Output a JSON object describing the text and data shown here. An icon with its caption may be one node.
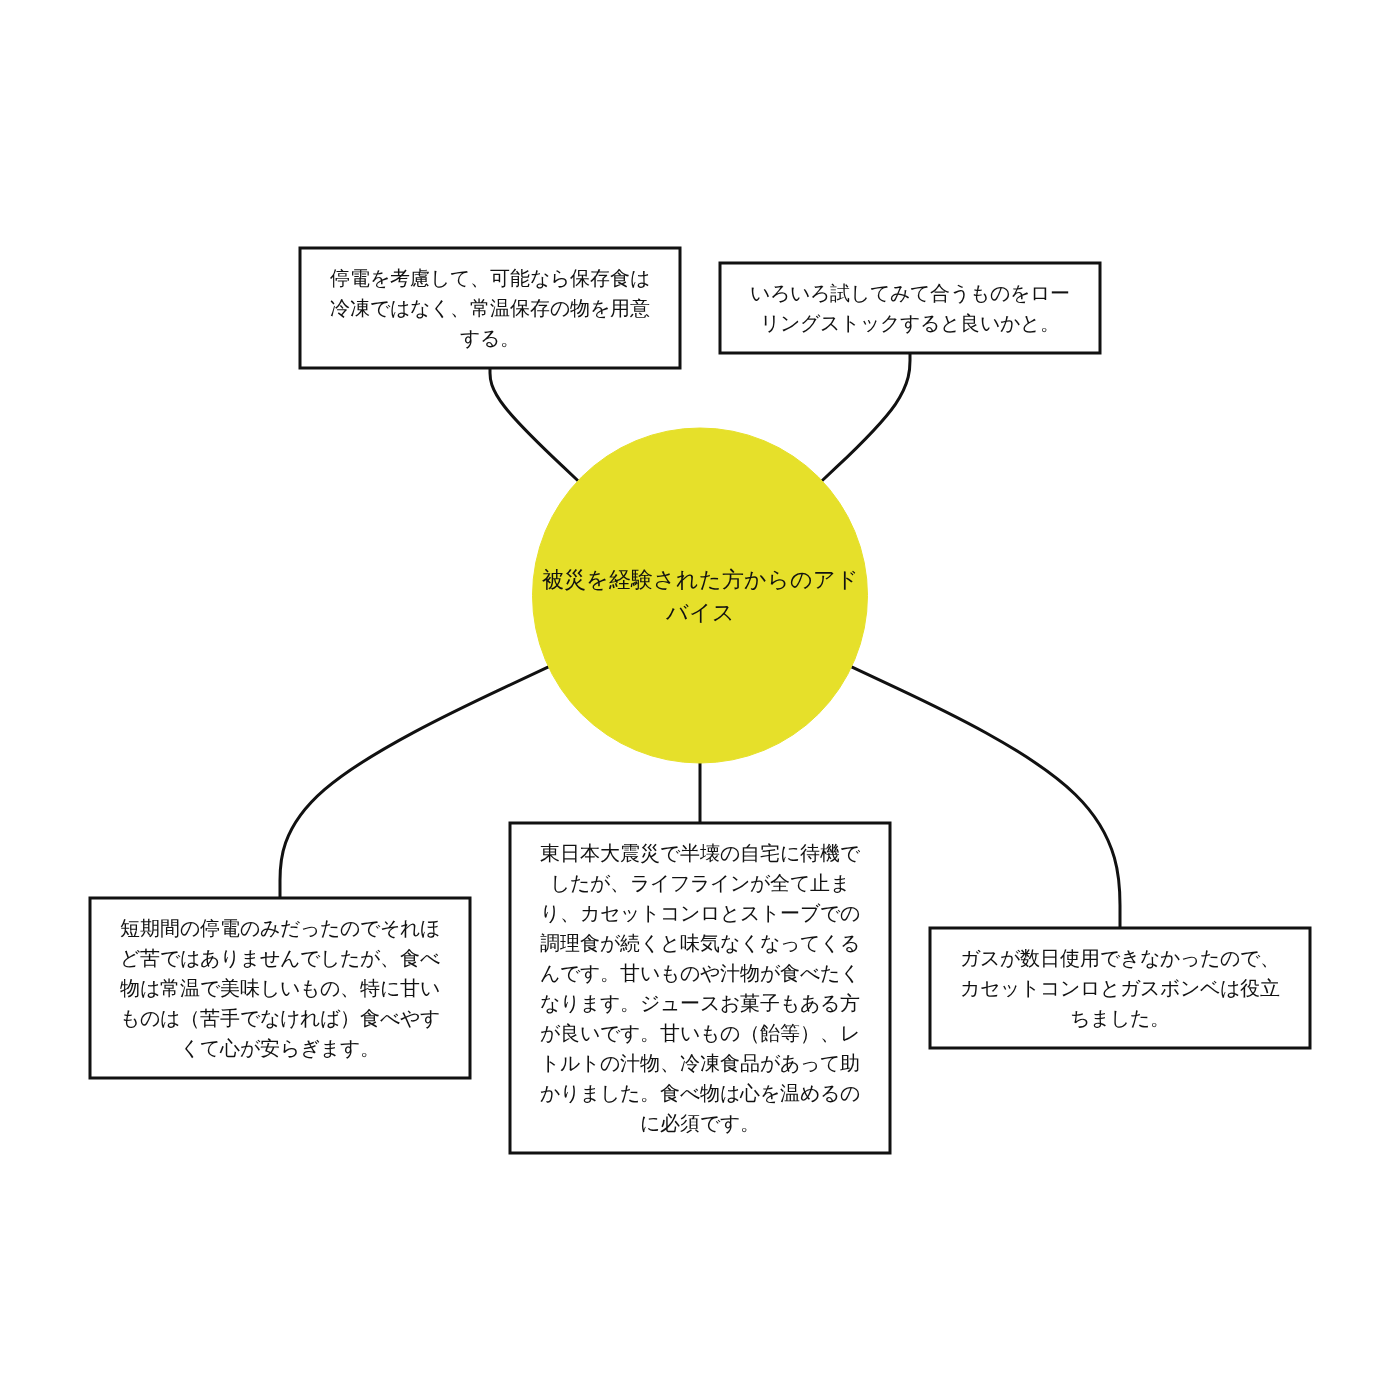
{
  "diagram": {
    "nodes": [
      {
        "text": [
          "停電を考慮して、可能なら保存食は冷凍ではなく、常温保存の物を用意する。"
        ]
      },
      {
        "text": [
          "いろいろ試してみて合うものをローリングストックすると良いかと。"
        ]
      },
      {
        "text": [
          "短期間の停電のみだったのでそれほど苦ではありませんでしたが、食べ物は常温で美味しいもの、特に甘いものは（苦手でなければ）食べやすくて心が安らぎます。"
        ]
      },
      {
        "text": [
          "被災を経験された方からのアドバイス"
        ]
      },
      {
        "text": [
          "東日本大震災で半壊の自宅に待機でしたが、ライフラインが全て止まり、カセットコンロとストーブでの調理食が続くと味気なくなってくるんです。甘いものや汁物が食べたくなります。ジュースお菓子もある方が良いです。甘いもの（飴等）、レトルトの汁物、冷凍食品があって助かりました。食べ物は心を温めるのに必須です。"
        ]
      },
      {
        "text": [
          "ガスが数日使用できなかったので、カセットコンロとガスボンベは役立ちました。"
        ]
      }
    ],
    "edges": [
      {
        "from": 0,
        "to": 3,
        "arrow": "none"
      },
      {
        "from": 1,
        "to": 3,
        "arrow": "none"
      },
      {
        "from": 3,
        "to": 2,
        "arrow": "none"
      },
      {
        "from": 3,
        "to": 4,
        "arrow": "none"
      },
      {
        "from": 3,
        "to": 5,
        "arrow": "none"
      }
    ]
  }
}
